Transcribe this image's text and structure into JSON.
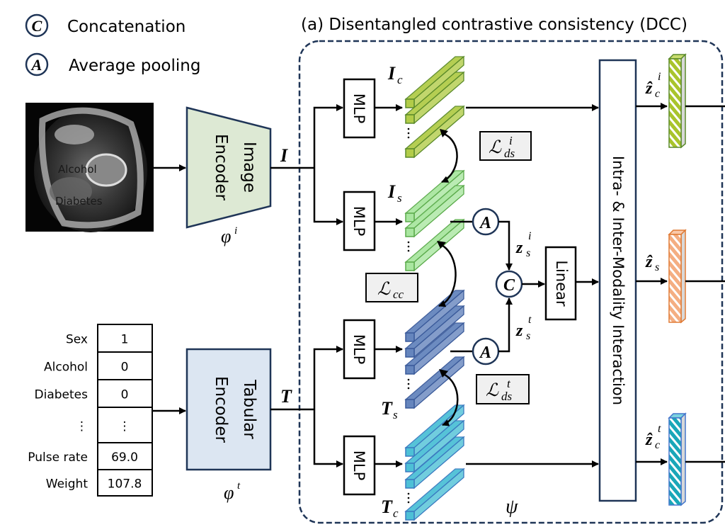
{
  "legend": {
    "concat_symbol": "C",
    "concat_label": "Concatenation",
    "avgpool_symbol": "A",
    "avgpool_label": "Average pooling"
  },
  "title": "(a) Disentangled contrastive consistency (DCC)",
  "image_input": {
    "overlay_text_1": "Alcohol",
    "overlay_text_2": "Diabetes"
  },
  "image_encoder": {
    "line1": "Image",
    "line2": "Encoder",
    "param": "φ",
    "param_sup": "i"
  },
  "tabular_encoder": {
    "line1": "Tabular",
    "line2": "Encoder",
    "param": "φ",
    "param_sup": "t"
  },
  "tabular_input": {
    "rows": [
      {
        "label": "Sex",
        "value": "1"
      },
      {
        "label": "Alcohol",
        "value": "0"
      },
      {
        "label": "Diabetes",
        "value": "0"
      },
      {
        "label": "⋮",
        "value": "⋮"
      },
      {
        "label": "Pulse rate",
        "value": "69.0"
      },
      {
        "label": "Weight",
        "value": "107.8"
      }
    ]
  },
  "features": {
    "I": "I",
    "T": "T",
    "Ic": {
      "base": "I",
      "sub": "c"
    },
    "Is": {
      "base": "I",
      "sub": "s"
    },
    "Ts": {
      "base": "T",
      "sub": "s"
    },
    "Tc": {
      "base": "T",
      "sub": "c"
    }
  },
  "mlp_label": "MLP",
  "linear_label": "Linear",
  "interaction_label": "Intra- & Inter-Modality Interaction",
  "losses": {
    "ds_i": {
      "base": "ℒ",
      "sub": "ds",
      "sup": "i"
    },
    "cc": {
      "base": "ℒ",
      "sub": "cc"
    },
    "ds_t": {
      "base": "ℒ",
      "sub": "ds",
      "sup": "t"
    }
  },
  "z_labels": {
    "zs_i": {
      "base": "z",
      "sub": "s",
      "sup": "i"
    },
    "zs_t": {
      "base": "z",
      "sub": "s",
      "sup": "t"
    }
  },
  "outputs": {
    "zc_i": {
      "base": "ẑ",
      "sub": "c",
      "sup": "i"
    },
    "zs": {
      "base": "ẑ",
      "sub": "s"
    },
    "zc_t": {
      "base": "ẑ",
      "sub": "c",
      "sup": "t"
    }
  },
  "psi": "ψ",
  "colors": {
    "dashed_border": "#1f3557",
    "circle_stroke": "#1f3557",
    "image_encoder_fill": "#dde9d4",
    "tabular_encoder_fill": "#dce6f2",
    "ic_bar": "#b2cc49",
    "is_bar": "#a9e6a0",
    "ts_bar": "#6585bd",
    "tc_bar": "#4dc0d6",
    "zc_i_bar": "#a9c42c",
    "zs_bar": "#f4ae82",
    "zc_t_bar": "#19a7b8",
    "loss_box_fill": "#f0f0f0"
  }
}
